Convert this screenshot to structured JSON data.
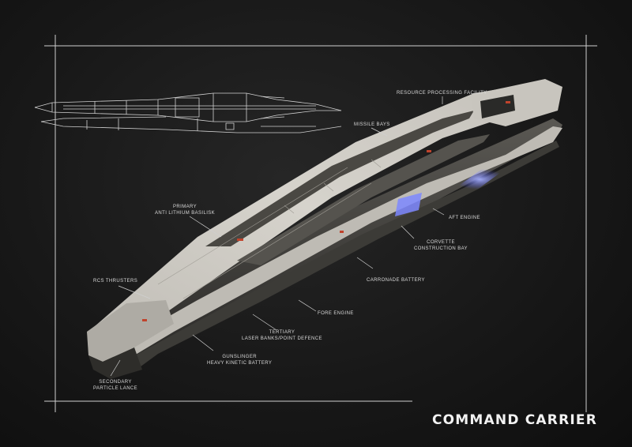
{
  "title": "COMMAND CARRIER",
  "callouts": [
    {
      "id": "resource",
      "lines": [
        "RESOURCE PROCESSING FACILITY"
      ]
    },
    {
      "id": "missile",
      "lines": [
        "MISSILE BAYS"
      ]
    },
    {
      "id": "primary",
      "lines": [
        "PRIMARY",
        "ANTI LITHIUM BASILISK"
      ]
    },
    {
      "id": "aft",
      "lines": [
        "AFT ENGINE"
      ]
    },
    {
      "id": "corvette",
      "lines": [
        "CORVETTE",
        "CONSTRUCTION BAY"
      ]
    },
    {
      "id": "rcs",
      "lines": [
        "RCS THRUSTERS"
      ]
    },
    {
      "id": "carronade",
      "lines": [
        "CARRONADE BATTERY"
      ]
    },
    {
      "id": "fore",
      "lines": [
        "FORE ENGINE"
      ]
    },
    {
      "id": "tertiary",
      "lines": [
        "TERTIARY",
        "LASER BANKS/POINT DEFENCE"
      ]
    },
    {
      "id": "gunslinger",
      "lines": [
        "GUNSLINGER",
        "HEAVY KINETIC BATTERY"
      ]
    },
    {
      "id": "secondary",
      "lines": [
        "SECONDARY",
        "PARTICLE LANCE"
      ]
    }
  ],
  "colors": {
    "hull": "#cfccc6",
    "hull_shadow": "#3a3936",
    "accent": "#c0432c",
    "engine_glow": "#6f7fff"
  }
}
